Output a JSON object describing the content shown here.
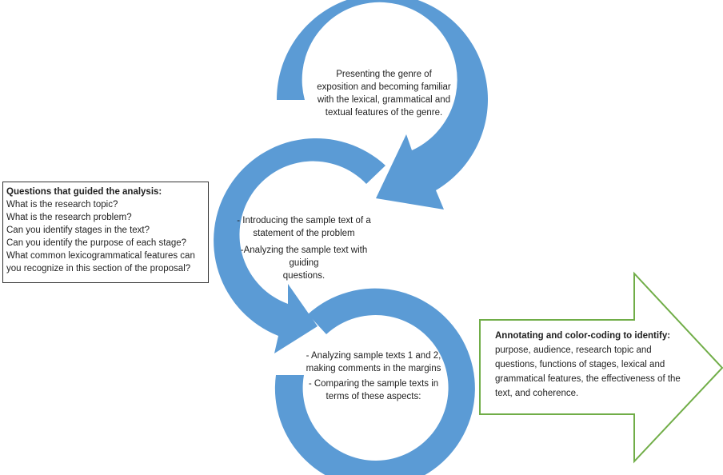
{
  "colors": {
    "cycle_arrow": "#5b9bd5",
    "block_arrow_border": "#70ad47",
    "box_border": "#333333"
  },
  "questions_box": {
    "title": "Questions that guided the analysis:",
    "items": [
      "What is the research topic?",
      "What is the research problem?",
      "Can you identify stages in the text?",
      "Can you identify the purpose of each stage?",
      "What common lexicogrammatical features can",
      "you recognize in this section of the proposal?"
    ]
  },
  "steps": [
    {
      "lines": [
        "Presenting the genre of",
        "exposition and becoming familiar",
        "with the lexical, grammatical and",
        "textual features of the genre."
      ]
    },
    {
      "lines": [
        "- Introducing the sample text of a",
        "statement of the problem",
        "-Analyzing the sample text with guiding",
        "questions."
      ]
    },
    {
      "lines": [
        "- Analyzing sample texts 1 and  2,",
        "making comments in the margins",
        "- Comparing the sample texts in",
        "terms of these aspects:"
      ]
    }
  ],
  "block_arrow": {
    "bold_text": "Annotating and color-coding to identify:",
    "text": " purpose, audience, research topic and questions, functions of stages, lexical and grammatical features, the effectiveness of the text, and coherence."
  }
}
